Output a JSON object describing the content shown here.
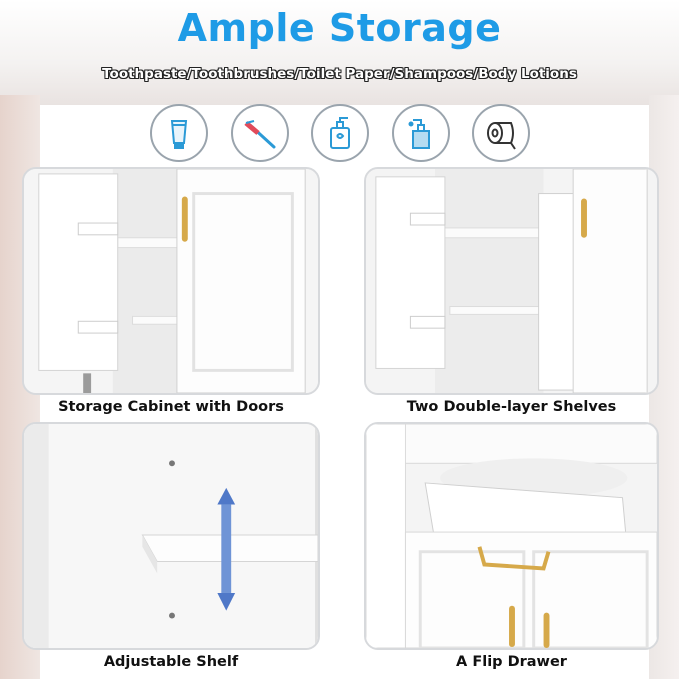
{
  "header": {
    "title": "Ample Storage",
    "subtitle": "Toothpaste/Toothbrushes/Toilet Paper/Shampoos/Body Lotions"
  },
  "icons": [
    "toothpaste-icon",
    "toothbrush-icon",
    "soap-pump-icon",
    "lotion-bottle-icon",
    "toilet-paper-icon"
  ],
  "panels": [
    {
      "caption": "Storage Cabinet with Doors"
    },
    {
      "caption": "Two Double-layer Shelves"
    },
    {
      "caption": "Adjustable Shelf"
    },
    {
      "caption": "A Flip Drawer"
    }
  ],
  "colors": {
    "title": "#1e9be6",
    "icon_stroke": "#2b9ad6",
    "handle_gold": "#d6a94a",
    "arrow_blue": "#4f78c8"
  }
}
